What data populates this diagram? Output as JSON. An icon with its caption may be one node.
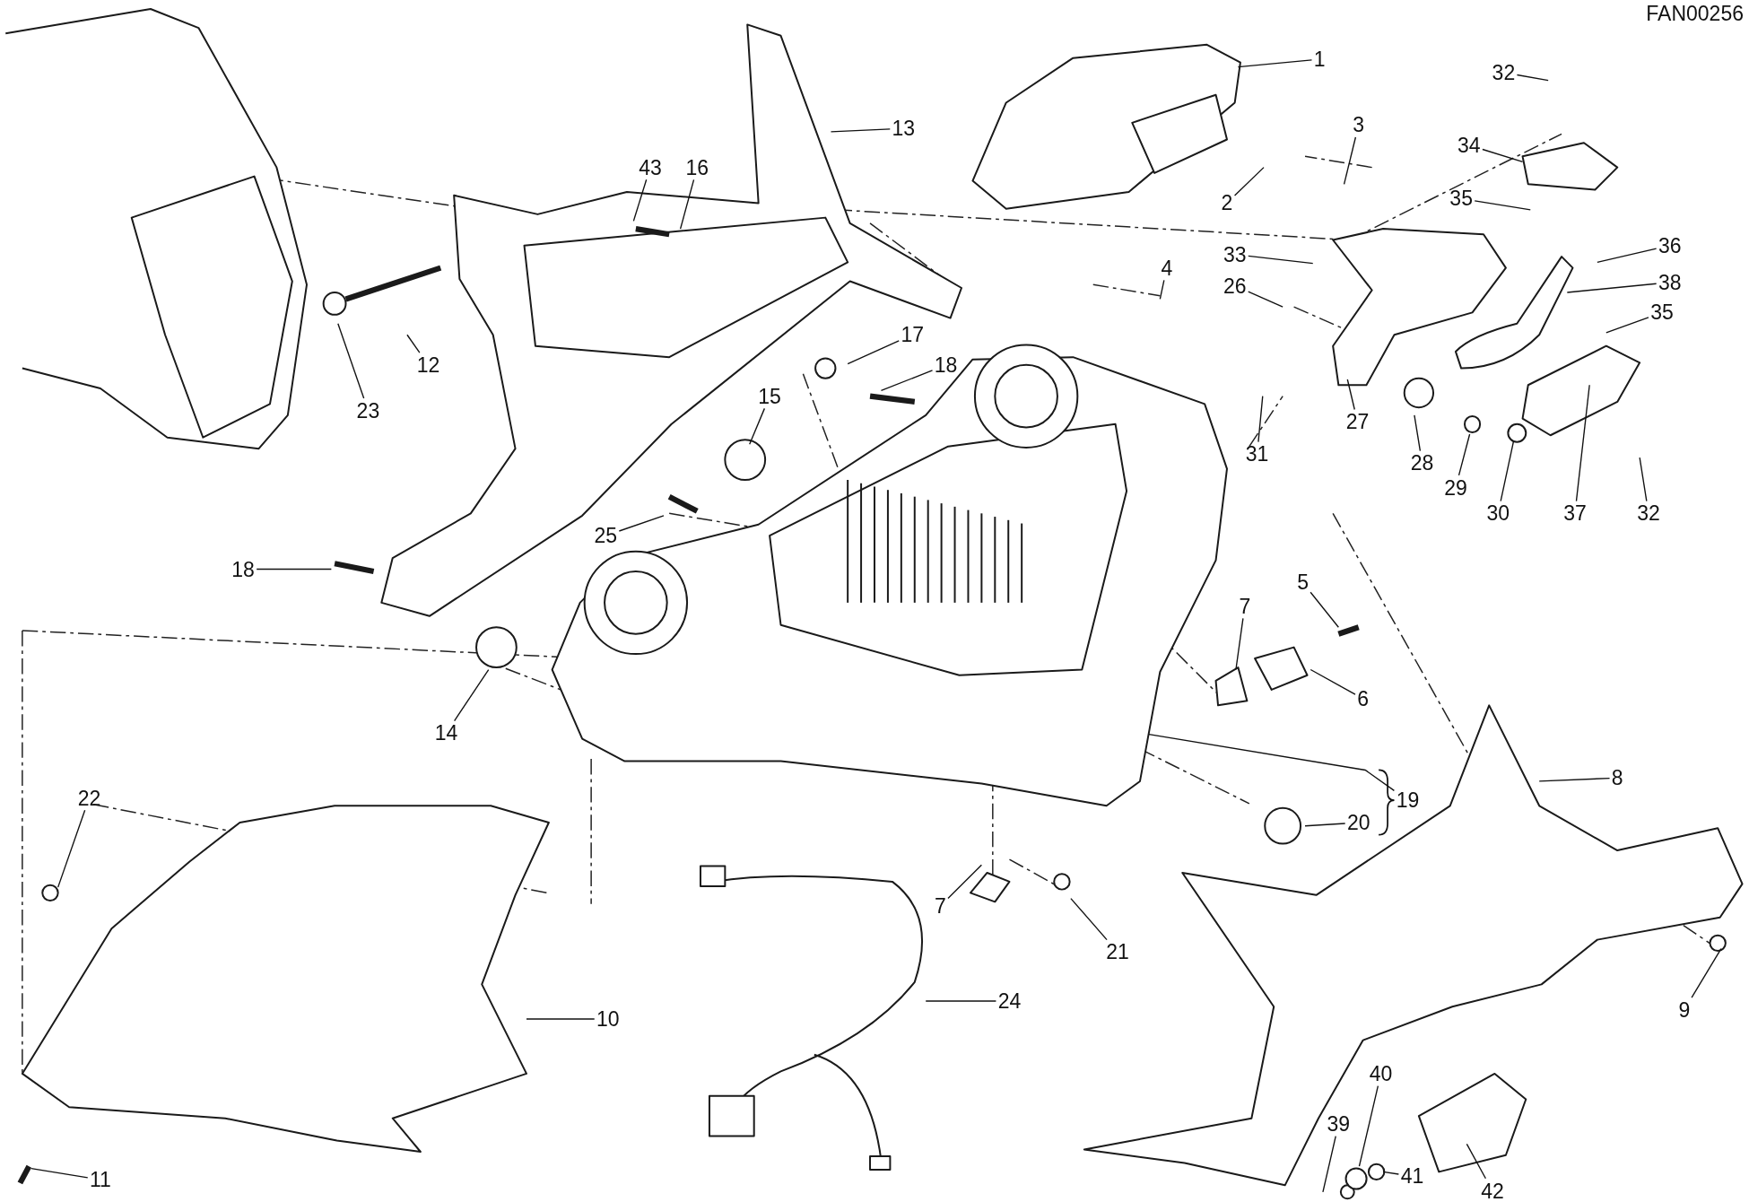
{
  "diagram": {
    "nodes": [
      {
        "text": [
          "1"
        ]
      },
      {
        "text": [
          "32"
        ]
      },
      {
        "text": [
          "13"
        ]
      },
      {
        "text": [
          "3"
        ]
      },
      {
        "text": [
          "34"
        ]
      },
      {
        "text": [
          "43"
        ]
      },
      {
        "text": [
          "16"
        ]
      },
      {
        "text": [
          "35"
        ]
      },
      {
        "text": [
          "2"
        ]
      },
      {
        "text": [
          "36"
        ]
      },
      {
        "text": [
          "33"
        ]
      },
      {
        "text": [
          "4"
        ]
      },
      {
        "text": [
          "38"
        ]
      },
      {
        "text": [
          "26"
        ]
      },
      {
        "text": [
          "35"
        ]
      },
      {
        "text": [
          "17"
        ]
      },
      {
        "text": [
          "12"
        ]
      },
      {
        "text": [
          "18"
        ]
      },
      {
        "text": [
          "15"
        ]
      },
      {
        "text": [
          "23"
        ]
      },
      {
        "text": [
          "27"
        ]
      },
      {
        "text": [
          "31"
        ]
      },
      {
        "text": [
          "28"
        ]
      },
      {
        "text": [
          "29"
        ]
      },
      {
        "text": [
          "30"
        ]
      },
      {
        "text": [
          "37"
        ]
      },
      {
        "text": [
          "32"
        ]
      },
      {
        "text": [
          "25"
        ]
      },
      {
        "text": [
          "18"
        ]
      },
      {
        "text": [
          "5"
        ]
      },
      {
        "text": [
          "7"
        ]
      },
      {
        "text": [
          "6"
        ]
      },
      {
        "text": [
          "14"
        ]
      },
      {
        "text": [
          "8"
        ]
      },
      {
        "text": [
          "19"
        ]
      },
      {
        "text": [
          "20"
        ]
      },
      {
        "text": [
          "22"
        ]
      },
      {
        "text": [
          "7"
        ]
      },
      {
        "text": [
          "21"
        ]
      },
      {
        "text": [
          "24"
        ]
      },
      {
        "text": [
          "9"
        ]
      },
      {
        "text": [
          "10"
        ]
      },
      {
        "text": [
          "40"
        ]
      },
      {
        "text": [
          "39"
        ]
      },
      {
        "text": [
          "41"
        ]
      },
      {
        "text": [
          "42"
        ]
      },
      {
        "text": [
          "11"
        ]
      },
      {
        "text": [],
        "shape": "circle"
      },
      {
        "text": [],
        "shape": "circle"
      }
    ],
    "edges": [
      {
        "from": 0,
        "to": null,
        "arrow": "none"
      },
      {
        "from": 1,
        "to": null,
        "arrow": "none"
      },
      {
        "from": 2,
        "to": null,
        "arrow": "none"
      },
      {
        "from": 3,
        "to": null,
        "arrow": "none"
      },
      {
        "from": 4,
        "to": null,
        "arrow": "none"
      },
      {
        "from": 5,
        "to": null,
        "arrow": "none"
      },
      {
        "from": 6,
        "to": null,
        "arrow": "none"
      },
      {
        "from": 7,
        "to": null,
        "arrow": "none"
      },
      {
        "from": 8,
        "to": null,
        "arrow": "none"
      },
      {
        "from": 9,
        "to": null,
        "arrow": "none"
      },
      {
        "from": 10,
        "to": null,
        "arrow": "none"
      },
      {
        "from": 11,
        "to": null,
        "arrow": "none"
      },
      {
        "from": 12,
        "to": null,
        "arrow": "none"
      },
      {
        "from": 13,
        "to": null,
        "arrow": "none"
      },
      {
        "from": 14,
        "to": null,
        "arrow": "none"
      },
      {
        "from": 15,
        "to": null,
        "arrow": "none"
      },
      {
        "from": 16,
        "to": null,
        "arrow": "none"
      },
      {
        "from": 17,
        "to": null,
        "arrow": "none"
      },
      {
        "from": 18,
        "to": null,
        "arrow": "none"
      },
      {
        "from": 19,
        "to": null,
        "arrow": "none"
      },
      {
        "from": 20,
        "to": null,
        "arrow": "none"
      },
      {
        "from": 21,
        "to": null,
        "arrow": "none"
      },
      {
        "from": 22,
        "to": null,
        "arrow": "none"
      },
      {
        "from": 23,
        "to": 47,
        "arrow": "none"
      },
      {
        "from": 24,
        "to": null,
        "arrow": "none"
      },
      {
        "from": 25,
        "to": null,
        "arrow": "none"
      },
      {
        "from": 26,
        "to": null,
        "arrow": "none"
      },
      {
        "from": 27,
        "to": null,
        "arrow": "none"
      },
      {
        "from": 28,
        "to": null,
        "arrow": "none"
      },
      {
        "from": 29,
        "to": null,
        "arrow": "none"
      },
      {
        "from": 30,
        "to": null,
        "arrow": "none"
      },
      {
        "from": 31,
        "to": null,
        "arrow": "none"
      },
      {
        "from": 32,
        "to": null,
        "arrow": "none"
      },
      {
        "from": 33,
        "to": null,
        "arrow": "none"
      },
      {
        "from": 34,
        "to": null,
        "arrow": "none"
      },
      {
        "from": 35,
        "to": null,
        "arrow": "none"
      },
      {
        "from": 36,
        "to": null,
        "arrow": "none"
      },
      {
        "from": 37,
        "to": null,
        "arrow": "none"
      },
      {
        "from": 38,
        "to": null,
        "arrow": "none"
      },
      {
        "from": 39,
        "to": null,
        "arrow": "none"
      },
      {
        "from": 40,
        "to": null,
        "arrow": "none"
      },
      {
        "from": 41,
        "to": null,
        "arrow": "none"
      },
      {
        "from": 42,
        "to": 48,
        "arrow": "none"
      },
      {
        "from": 43,
        "to": null,
        "arrow": "none"
      },
      {
        "from": 44,
        "to": null,
        "arrow": "none"
      },
      {
        "from": 45,
        "to": null,
        "arrow": "none"
      },
      {
        "from": 46,
        "to": null,
        "arrow": "none"
      }
    ],
    "labels": [
      "FAN00256"
    ]
  }
}
